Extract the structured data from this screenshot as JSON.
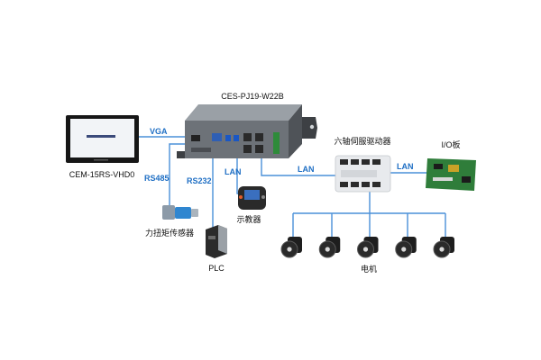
{
  "colors": {
    "link": "#4a90d9",
    "link_label": "#1f6fc4",
    "device_dark": "#1c1c1c",
    "device_metal": "#6d7278",
    "io_board": "#2f7d3a"
  },
  "nodes": {
    "controller": {
      "label": "CES-PJ19-W22B",
      "icon": "industrial-pc-icon"
    },
    "hmi": {
      "label": "CEM-15RS-VHD0",
      "icon": "touch-panel-icon"
    },
    "torque_sensor": {
      "label": "力扭矩传感器",
      "icon": "torque-sensor-icon"
    },
    "plc": {
      "label": "PLC",
      "icon": "plc-icon"
    },
    "teach_pendant": {
      "label": "示教器",
      "icon": "teach-pendant-icon"
    },
    "servo_driver": {
      "label": "六轴伺服驱动器",
      "icon": "servo-driver-icon"
    },
    "io_board": {
      "label": "I/O板",
      "icon": "io-board-icon"
    },
    "motors": {
      "label": "电机",
      "icon": "servo-motor-icon",
      "count": 5
    }
  },
  "links": {
    "vga": "VGA",
    "rs485": "RS485",
    "rs232": "RS232",
    "lan_pendant": "LAN",
    "lan_driver": "LAN",
    "lan_io": "LAN"
  }
}
